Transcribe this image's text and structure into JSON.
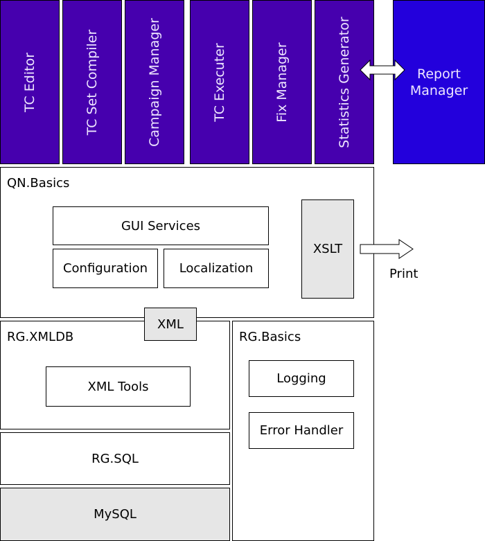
{
  "colors": {
    "tool_fill": "#4600AE",
    "report_fill": "#2300DC",
    "tool_text": "#EEE6FF",
    "gray_fill": "#E6E6E6"
  },
  "tools": [
    {
      "label": "TC Editor"
    },
    {
      "label": "TC Set Compiler"
    },
    {
      "label": "Campaign Manager"
    },
    {
      "label": "TC Executer"
    },
    {
      "label": "Fix Manager"
    },
    {
      "label": "Statistics Generator"
    }
  ],
  "report_manager": {
    "line1": "Report",
    "line2": "Manager"
  },
  "qn_basics": {
    "title": "QN.Basics",
    "gui_services": "GUI Services",
    "configuration": "Configuration",
    "localization": "Localization",
    "xslt": "XSLT",
    "print": "Print"
  },
  "xml": "XML",
  "rg_xmldb": {
    "title": "RG.XMLDB",
    "xml_tools": "XML Tools"
  },
  "rg_sql": "RG.SQL",
  "mysql": "MySQL",
  "rg_basics": {
    "title": "RG.Basics",
    "logging": "Logging",
    "error_handler": "Error Handler"
  }
}
